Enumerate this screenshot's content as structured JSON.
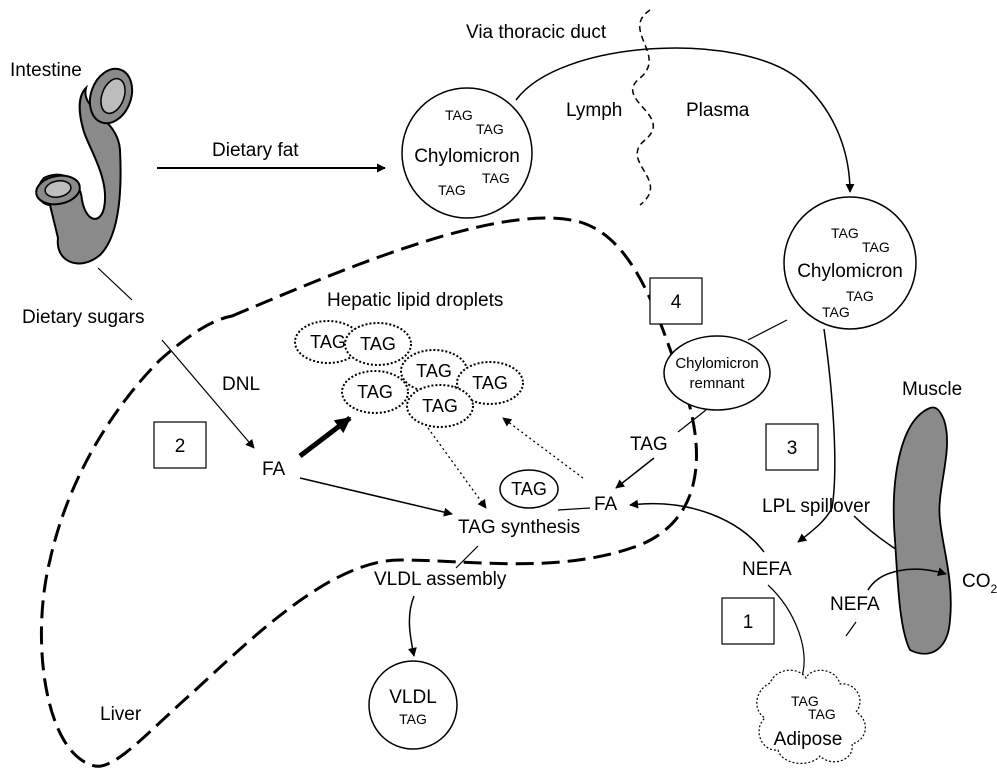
{
  "labels": {
    "intestine": "Intestine",
    "via_thoracic_duct": "Via thoracic duct",
    "lymph": "Lymph",
    "plasma": "Plasma",
    "dietary_fat": "Dietary fat",
    "dietary_sugars": "Dietary sugars",
    "hepatic_lipid_droplets": "Hepatic lipid droplets",
    "dnl": "DNL",
    "fa_left": "FA",
    "fa_right": "FA",
    "tag_synthesis": "TAG synthesis",
    "vldl_assembly": "VLDL assembly",
    "liver": "Liver",
    "tag_label": "TAG",
    "lpl_spillover": "LPL spillover",
    "nefa_main": "NEFA",
    "nefa_muscle": "NEFA",
    "muscle": "Muscle",
    "co2": "CO",
    "co2_sub": "2"
  },
  "nodes": {
    "chylomicron_lymph": {
      "name": "Chylomicron",
      "tags": [
        "TAG",
        "TAG",
        "TAG",
        "TAG"
      ]
    },
    "chylomicron_plasma": {
      "name": "Chylomicron",
      "tags": [
        "TAG",
        "TAG",
        "TAG",
        "TAG"
      ]
    },
    "chylomicron_remnant": {
      "line1": "Chylomicron",
      "line2": "remnant"
    },
    "vldl": {
      "name": "VLDL",
      "tag": "TAG"
    },
    "adipose": {
      "name": "Adipose",
      "tags": [
        "TAG",
        "TAG"
      ]
    },
    "lipid_droplets": [
      "TAG",
      "TAG",
      "TAG",
      "TAG",
      "TAG",
      "TAG"
    ],
    "tag_droplet_small": "TAG"
  },
  "step_boxes": [
    "1",
    "2",
    "3",
    "4"
  ],
  "colors": {
    "organ_fill": "#8a8a8a",
    "line": "#000000",
    "background": "#ffffff"
  }
}
